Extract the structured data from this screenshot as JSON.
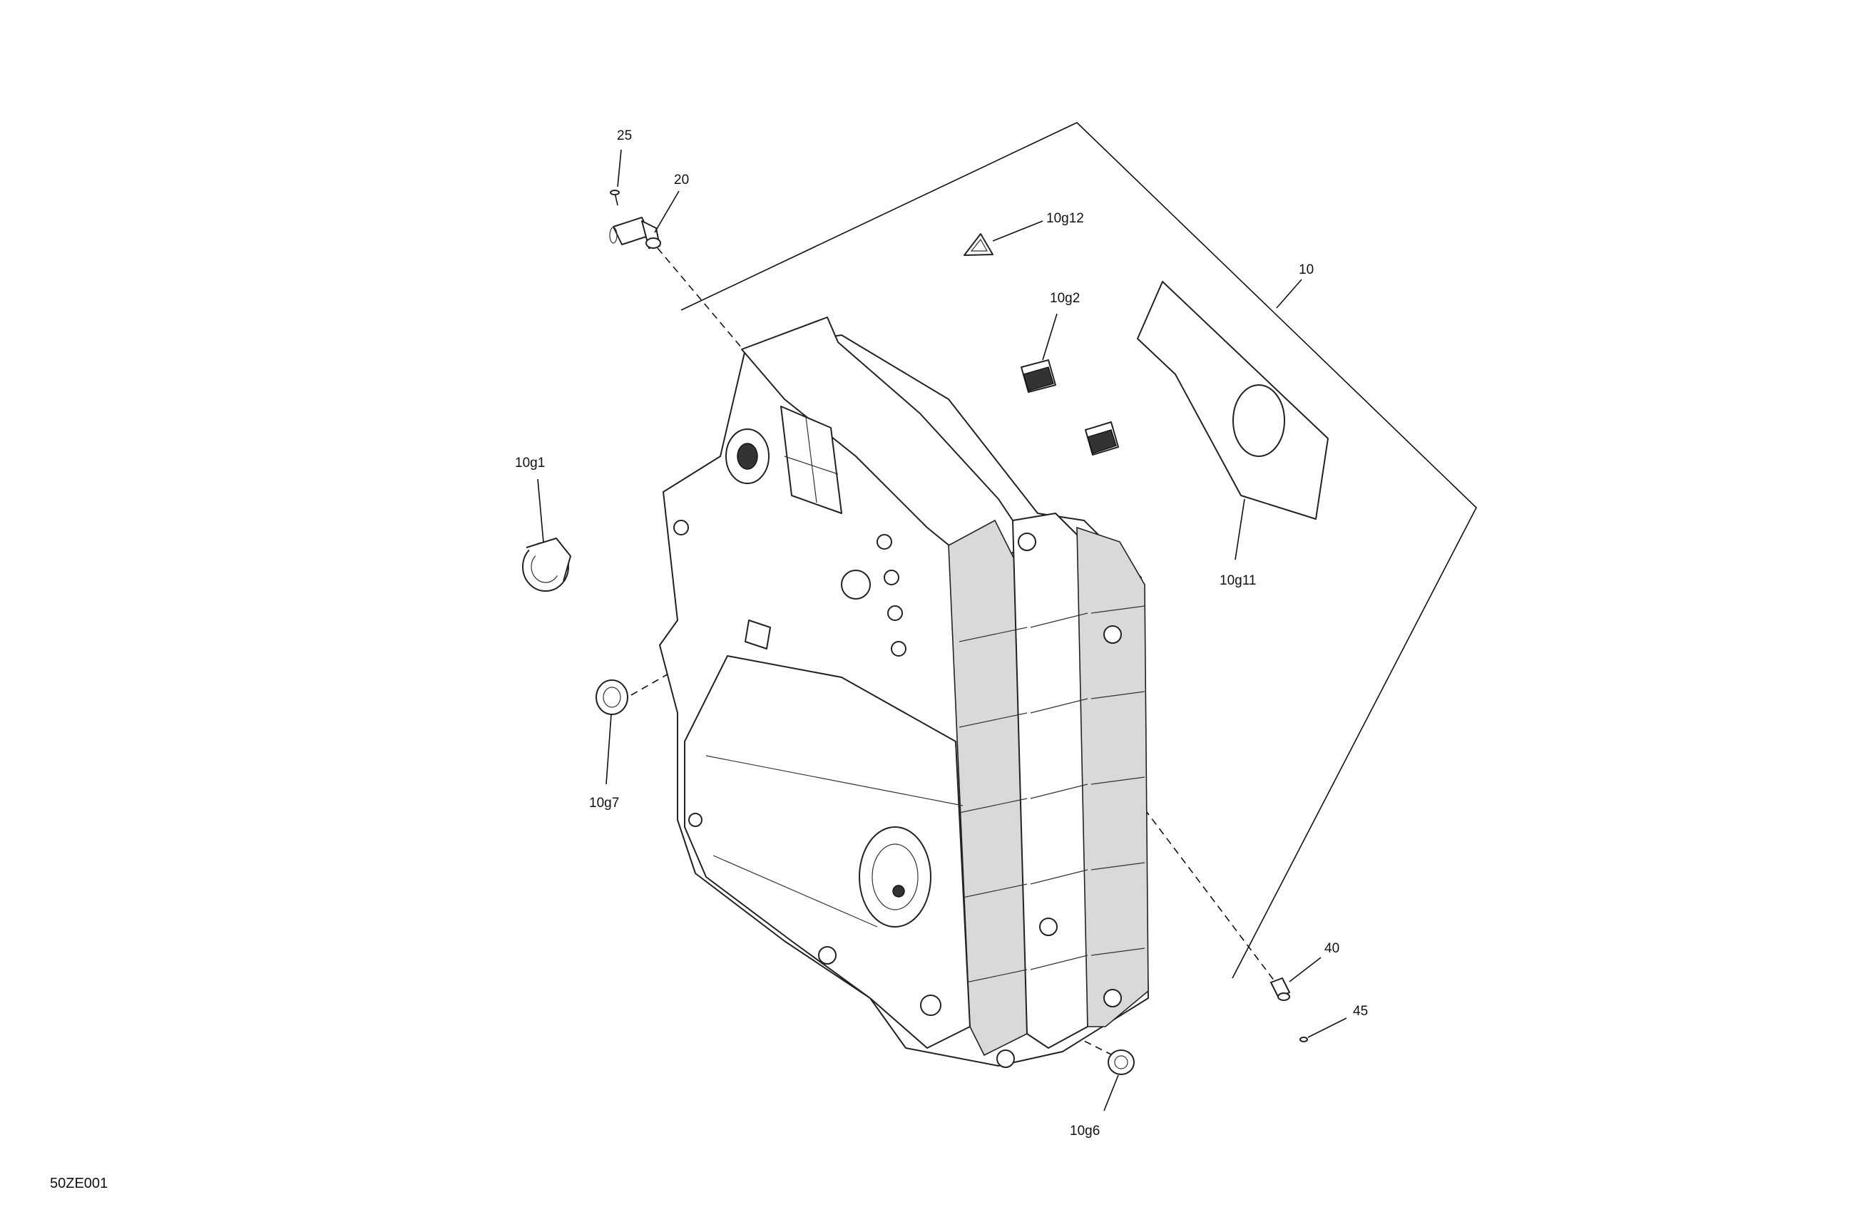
{
  "callouts": [
    {
      "id": "c25",
      "text": "25"
    },
    {
      "id": "c20",
      "text": "20"
    },
    {
      "id": "c10g12",
      "text": "10g12"
    },
    {
      "id": "c10",
      "text": "10"
    },
    {
      "id": "c10g2",
      "text": "10g2"
    },
    {
      "id": "c10g1",
      "text": "10g1"
    },
    {
      "id": "c10g11",
      "text": "10g11"
    },
    {
      "id": "c10g7",
      "text": "10g7"
    },
    {
      "id": "c40",
      "text": "40"
    },
    {
      "id": "c45",
      "text": "45"
    },
    {
      "id": "c10g6",
      "text": "10g6"
    }
  ],
  "reference_code": "50ZE001"
}
